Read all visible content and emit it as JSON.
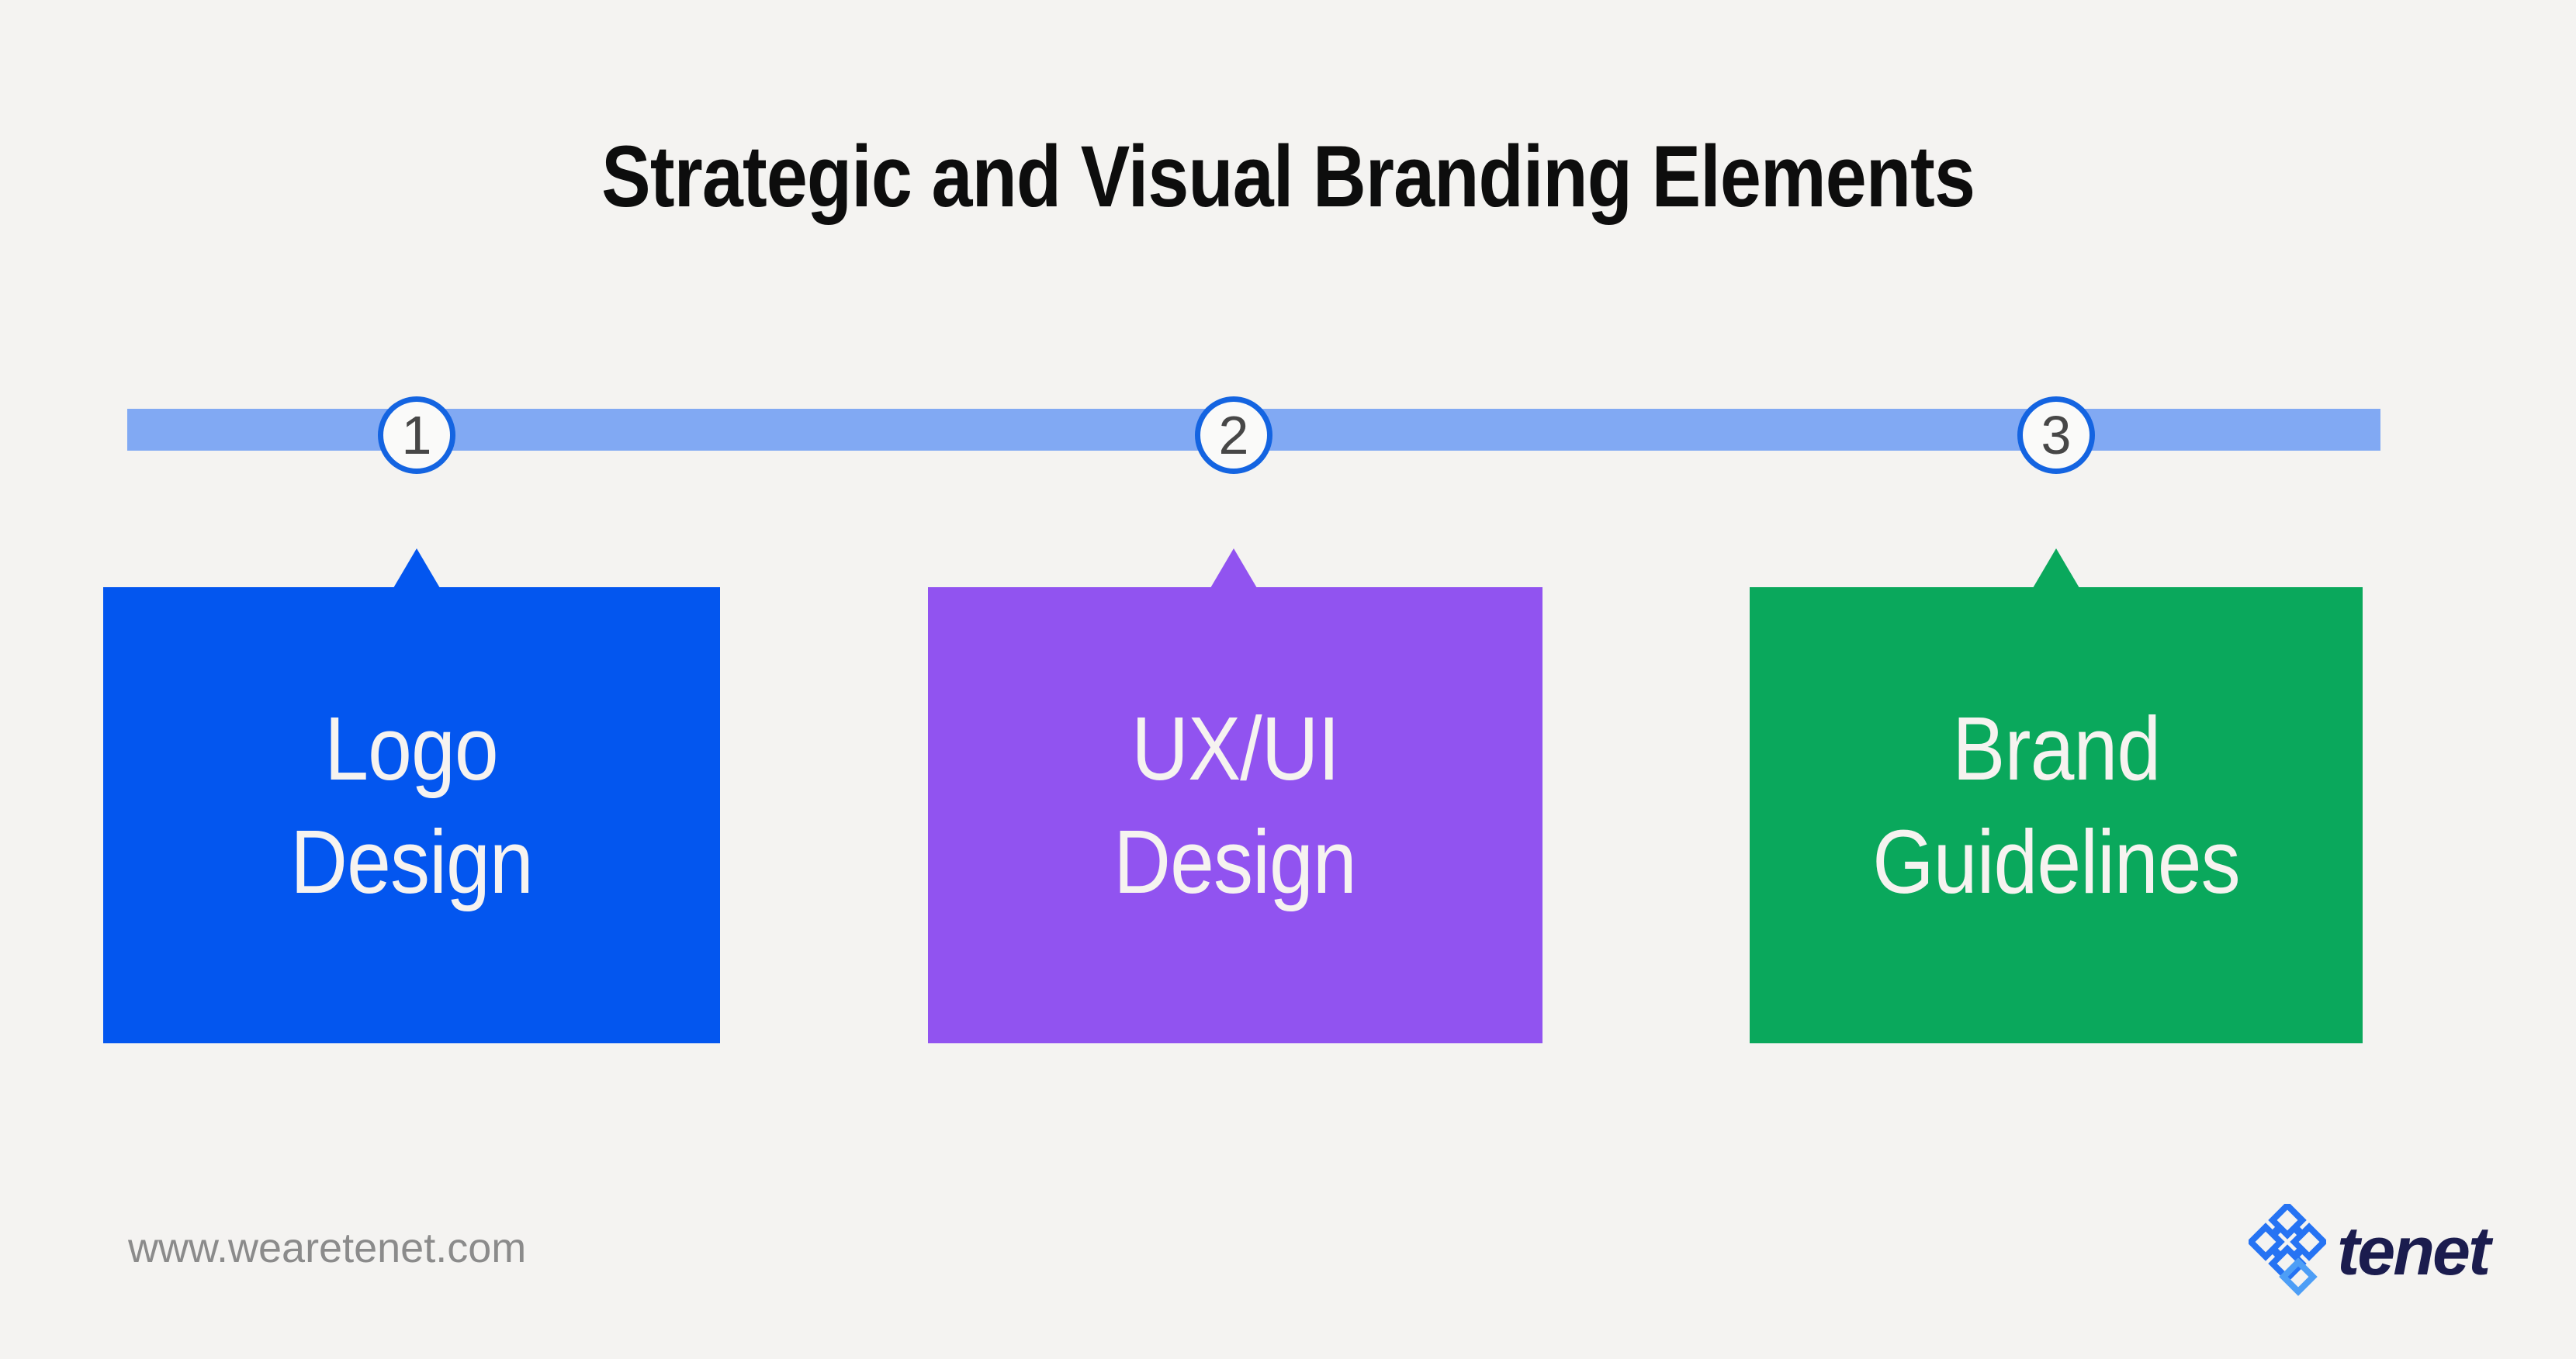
{
  "page": {
    "background": "#f4f3f1"
  },
  "title": {
    "text": "Strategic and Visual Branding Elements",
    "color": "#0d0d0d"
  },
  "timeline": {
    "bar_color": "#81a9f3",
    "circle_fill": "#fafaf9",
    "circle_border_color": "#1464e1",
    "number_color": "#474747"
  },
  "steps": [
    {
      "number": "1",
      "lines": [
        "Logo",
        "Design"
      ],
      "color": "#0356ef"
    },
    {
      "number": "2",
      "lines": [
        "UX/UI",
        "Design"
      ],
      "color": "#9153f0"
    },
    {
      "number": "3",
      "lines": [
        "Brand",
        "Guidelines"
      ],
      "color": "#0aa85c"
    }
  ],
  "card_text_color": "#f6f3f0",
  "footer": {
    "website": "www.wearetenet.com",
    "website_color": "#8b8b8b",
    "brand": {
      "name": "tenet",
      "wordmark_color": "#1b1c4e",
      "icon_blue": "#2673f3",
      "icon_light_blue": "#4d9ef6"
    }
  }
}
